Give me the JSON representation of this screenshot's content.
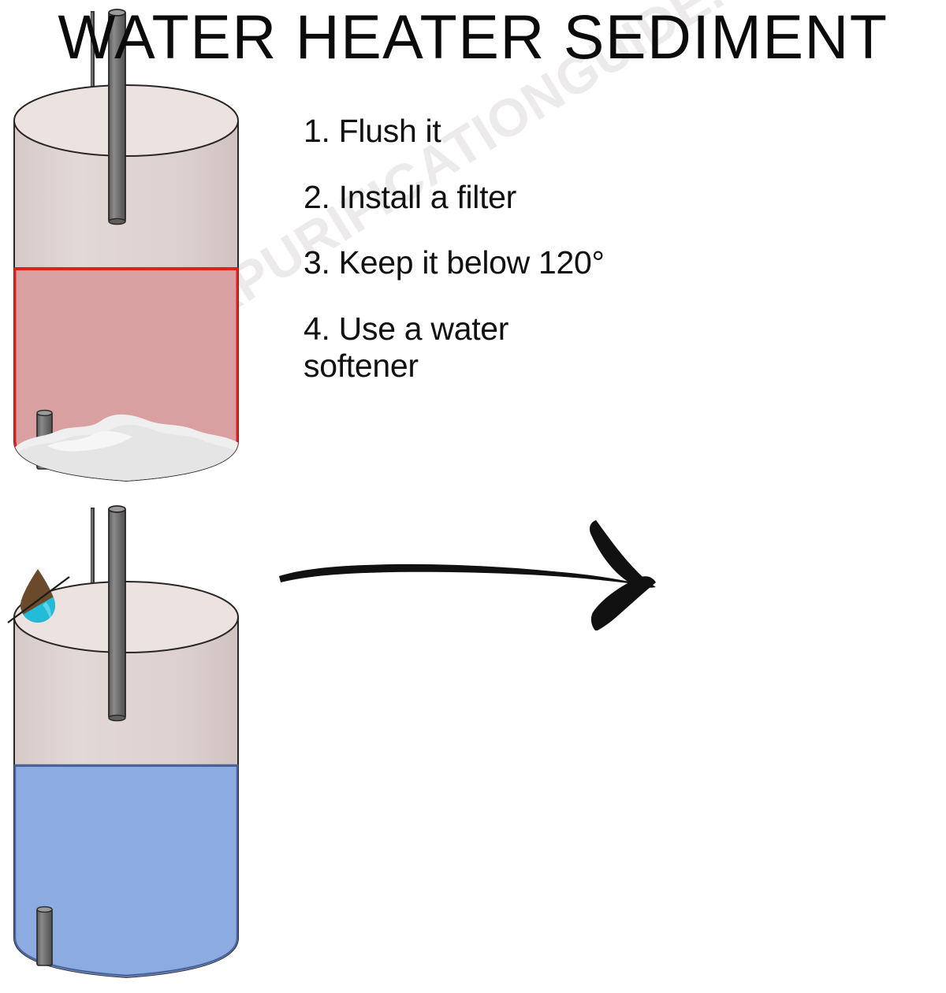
{
  "page": {
    "title": "WATER HEATER SEDIMENT",
    "background_color": "#ffffff",
    "watermark": "WATERPURIFICATIONGUIDE.COM"
  },
  "steps": [
    {
      "label": "1. Flush it"
    },
    {
      "label": "2. Install a filter"
    },
    {
      "label": "3. Keep it below 120°"
    },
    {
      "label": "4. Use a water softener"
    }
  ],
  "diagram": {
    "arrow": "right-arrow",
    "left_tank": {
      "name": "water-heater-with-sediment",
      "water_color": "#d8a0a0",
      "water_outline_color": "#e02020",
      "tank_body_color": "#ddd2d0",
      "tank_top_color": "#ece3e1",
      "sediment_color": "#eeeeee",
      "rod_color": "#6e6e6e",
      "has_sediment": true
    },
    "right_tank": {
      "name": "water-heater-clean",
      "water_color": "#8cabe0",
      "water_outline_color": "#48639c",
      "tank_body_color": "#ddd2d0",
      "tank_top_color": "#ece3e1",
      "sediment_color": "#eeeeee",
      "rod_color": "#6e6e6e",
      "has_sediment": false
    }
  },
  "logo": {
    "name": "water-droplet-logo",
    "top_color": "#6b4a2b",
    "bottom_color": "#22bcd8",
    "divider_color": "#1b1b1b"
  }
}
